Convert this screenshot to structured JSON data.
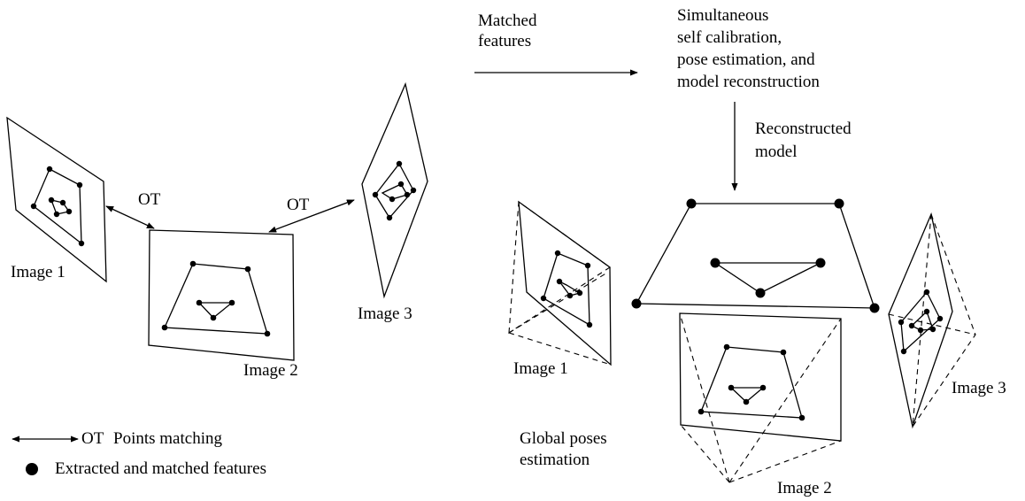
{
  "left_group": {
    "image1_label": "Image 1",
    "image2_label": "Image 2",
    "image3_label": "Image 3",
    "ot_label_1": "OT",
    "ot_label_2": "OT"
  },
  "legend": {
    "ot_symbol": "OT",
    "ot_text": "Points matching",
    "dot_text": "Extracted and matched features"
  },
  "flow": {
    "matched_features": [
      "Matched",
      "features"
    ],
    "process": [
      "Simultaneous",
      "self calibration,",
      "pose estimation, and",
      "model reconstruction"
    ],
    "reconstructed_model": [
      "Reconstructed",
      "model"
    ]
  },
  "right_group": {
    "image1_label": "Image 1",
    "image2_label": "Image 2",
    "image3_label": "Image 3",
    "global_poses": [
      "Global poses",
      "estimation"
    ]
  }
}
